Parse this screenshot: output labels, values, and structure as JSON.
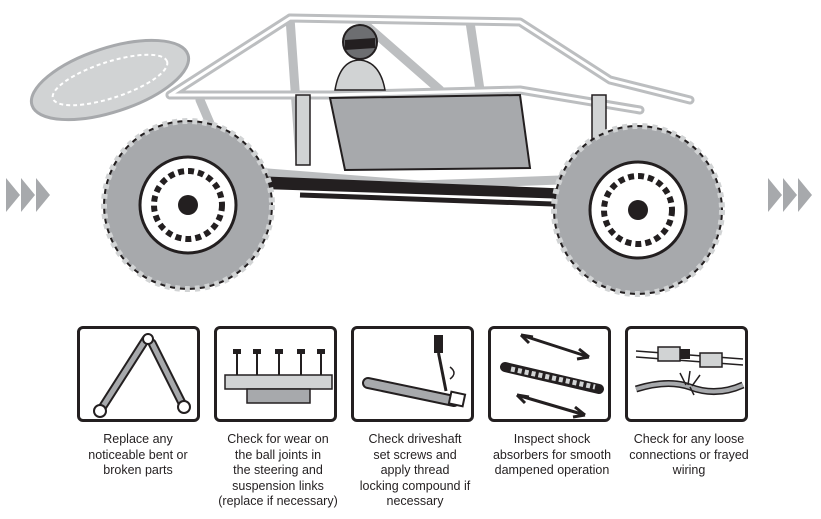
{
  "icons": {
    "vehicle": "rc-rock-crawler-illustration",
    "arrows_left": "triple-chevron-right-icon",
    "arrows_right": "triple-chevron-right-icon"
  },
  "colors": {
    "outline": "#231f20",
    "fill_gray": "#a7a9ac",
    "light_gray": "#d1d3d4"
  },
  "steps": [
    {
      "id": "replace-parts",
      "icon": "bent-link-icon",
      "caption": [
        "Replace any",
        "noticeable bent or",
        "broken parts"
      ]
    },
    {
      "id": "ball-joints",
      "icon": "steering-linkage-icon",
      "caption": [
        "Check for wear on",
        "the ball joints in",
        "the steering and",
        "suspension links",
        "(replace if necessary)"
      ]
    },
    {
      "id": "driveshaft",
      "icon": "driveshaft-screwdriver-icon",
      "caption": [
        "Check driveshaft",
        "set screws and",
        "apply thread",
        "locking compound if",
        "necessary"
      ]
    },
    {
      "id": "shocks",
      "icon": "shock-absorber-icon",
      "caption": [
        "Inspect shock",
        "absorbers for smooth",
        "dampened operation"
      ]
    },
    {
      "id": "wiring",
      "icon": "frayed-wire-icon",
      "caption": [
        "Check for any loose",
        "connections or frayed",
        "wiring"
      ]
    }
  ]
}
